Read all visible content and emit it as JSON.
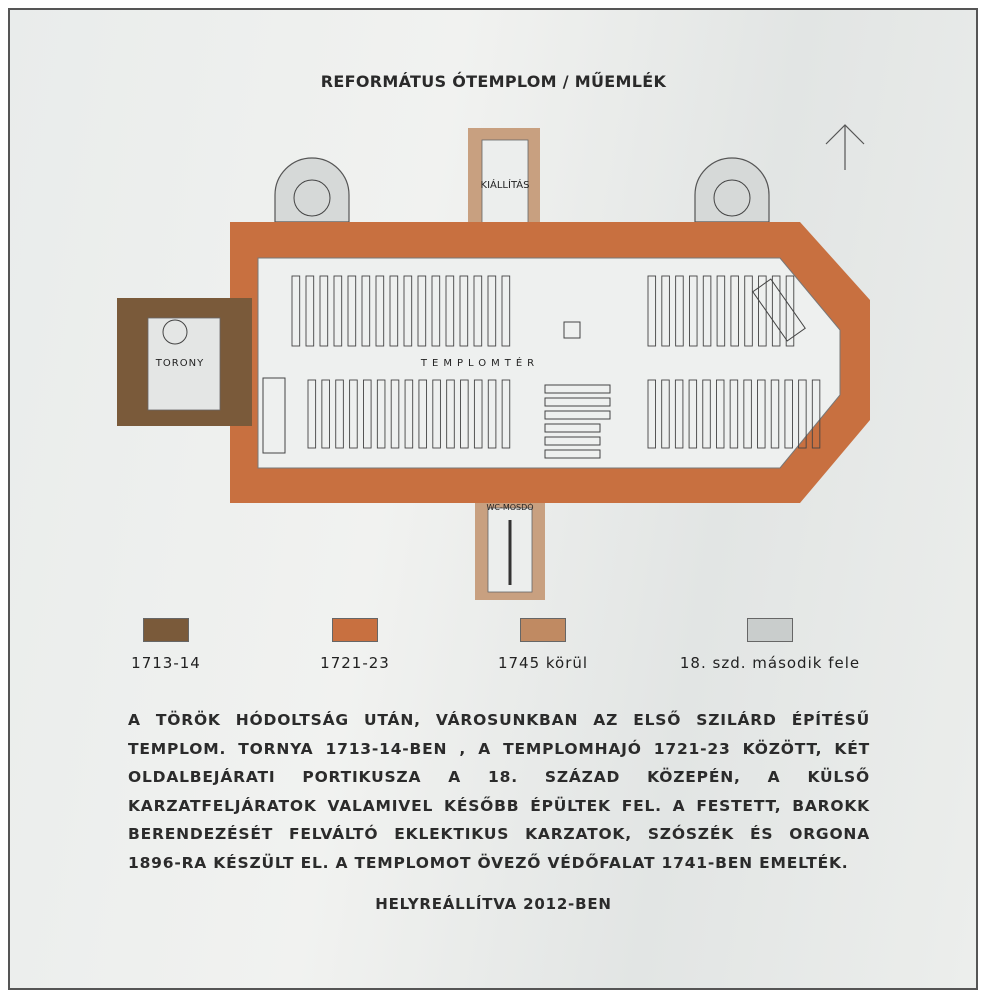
{
  "title": "REFORMÁTUS ÓTEMPLOM / MŰEMLÉK",
  "plan": {
    "room_labels": {
      "tower": "TORONY",
      "nave": "TEMPLOMTÉR",
      "exhibition": "KIÁLLÍTÁS",
      "wc": "WC-MOSDÓ"
    }
  },
  "legend": [
    {
      "label": "1713-14",
      "color": "#7a5a3a"
    },
    {
      "label": "1721-23",
      "color": "#c87040"
    },
    {
      "label": "1745 körül",
      "color": "#c08a62"
    },
    {
      "label": "18. szd. második fele",
      "color": "#c9cdcc"
    }
  ],
  "description_lines": [
    "A TÖRÖK HÓDOLTSÁG UTÁN, VÁROSUNKBAN AZ ELSŐ SZILÁRD ÉPÍTÉSŰ",
    "TEMPLOM. TORNYA 1713-14-BEN , A TEMPLOMHAJÓ 1721-23 KÖZÖTT, KÉT",
    "OLDALBEJÁRATI PORTIKUSZA A 18. SZÁZAD KÖZEPÉN, A KÜLSŐ",
    "KARZATFELJÁRATOK VALAMIVEL KÉSŐBB ÉPÜLTEK FEL. A FESTETT, BAROKK",
    "BERENDEZÉSÉT FELVÁLTÓ EKLEKTIKUS KARZATOK, SZÓSZÉK ÉS ORGONA",
    "1896-RA KÉSZÜLT EL. A TEMPLOMOT ÖVEZŐ VÉDŐFALAT 1741-BEN EMELTÉK."
  ],
  "footer": "HELYREÁLLÍTVA 2012-BEN"
}
